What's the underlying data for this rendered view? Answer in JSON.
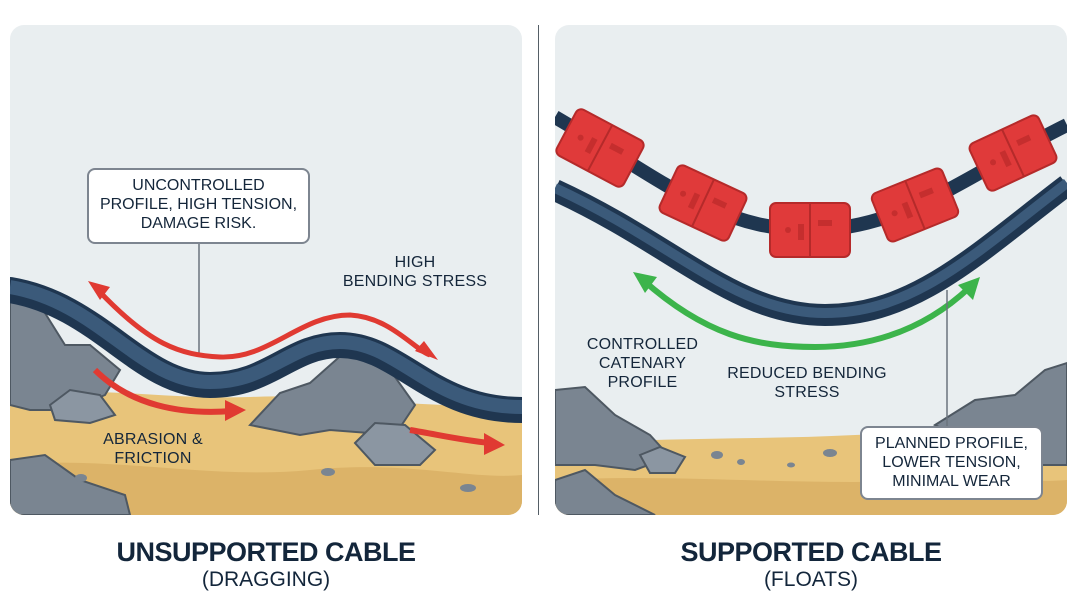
{
  "left_panel": {
    "title": "UNSUPPORTED CABLE",
    "subtitle": "(DRAGGING)",
    "callout_box": [
      "UNCONTROLLED",
      "PROFILE, HIGH TENSION,",
      "DAMAGE RISK."
    ],
    "label_bending": [
      "HIGH",
      "BENDING STRESS"
    ],
    "label_abrasion": [
      "ABRASION &",
      "FRICTION"
    ]
  },
  "right_panel": {
    "title": "SUPPORTED CABLE",
    "subtitle": "(FLOATS)",
    "label_catenary": [
      "CONTROLLED",
      "CATENARY",
      "PROFILE"
    ],
    "label_reduced": [
      "REDUCED BENDING",
      "STRESS"
    ],
    "callout_box": [
      "PLANNED PROFILE,",
      "LOWER TENSION,",
      "MINIMAL WEAR"
    ],
    "float_count": 5
  },
  "colors": {
    "background": "#e9eef0",
    "cable": "#2c4866",
    "cable_highlight": "#4a6c8e",
    "stress_arrow": "#e03a32",
    "reduced_arrow": "#3cb44b",
    "float": "#e03a3a",
    "sand": "#e8c47a",
    "rock": "#7a8591",
    "text": "#14263a"
  }
}
